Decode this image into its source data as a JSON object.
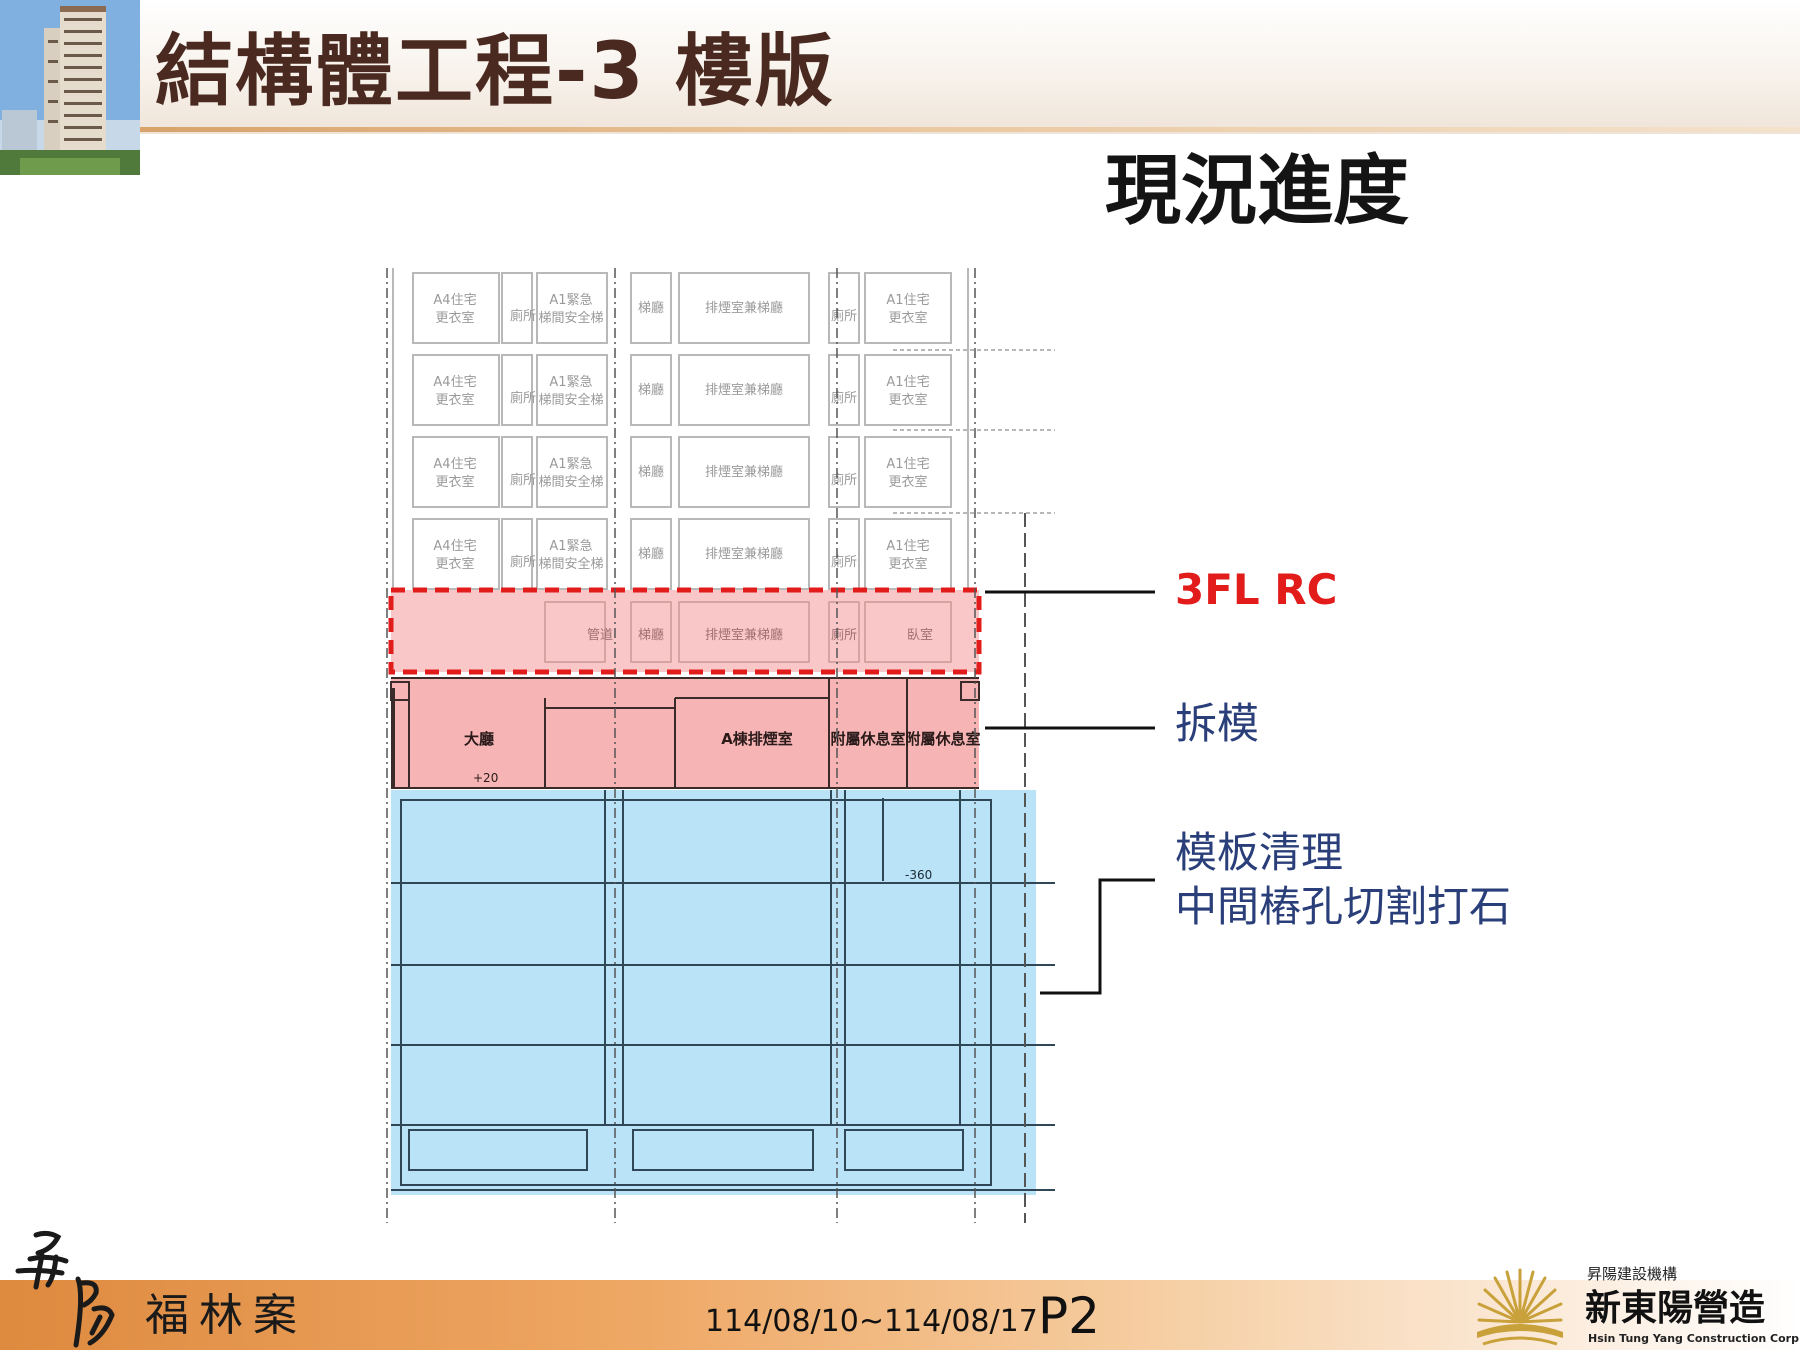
{
  "header": {
    "title": "結構體工程-3 樓版",
    "subtitle": "現況進度"
  },
  "drawing": {
    "upper_floor_rooms": [
      "A4住宅\n更衣室",
      "廁所",
      "A1緊急\n梯間安全梯",
      "梯廳",
      "排煙室兼梯廳",
      "廁所",
      "A1住宅\n更衣室"
    ],
    "rc_floor_rooms": [
      "管道",
      "梯廳",
      "排煙室兼梯廳",
      "廁所",
      "臥室"
    ],
    "ground_rooms": [
      "大廳",
      "A棟排煙室",
      "附屬休息室",
      "附屬休息室"
    ],
    "level_mark_ground": "+20",
    "level_mark_basement": "-360"
  },
  "callouts": {
    "rc": "3FL  RC",
    "demold": "拆模",
    "clean_line1": "模板清理",
    "clean_line2": "中間樁孔切割打石"
  },
  "footer": {
    "calligraphy": "昇陽",
    "project": "福林案",
    "date_range": "114/08/10~114/08/17",
    "page": "P2",
    "company_small": "昇陽建設機構",
    "company_name": "新東陽營造",
    "company_en": "Hsin Tung Yang Construction Corp"
  },
  "colors": {
    "title": "#4a2a20",
    "rc_highlight": "#e21b1b",
    "demold_fill": "#f4a7a7",
    "clean_fill": "#a9dcf5",
    "callout_blue": "#2a3f7a"
  }
}
